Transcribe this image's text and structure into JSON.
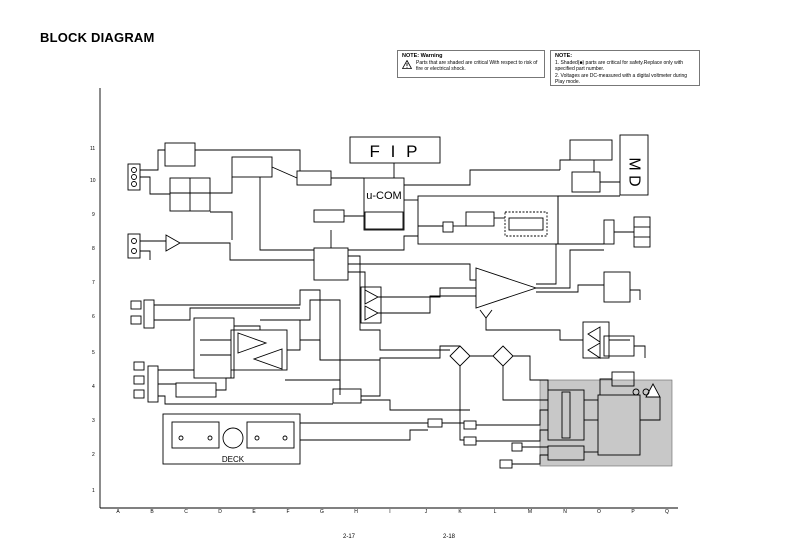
{
  "page": {
    "title": "BLOCK DIAGRAM",
    "page_left": "2-17",
    "page_right": "2-18"
  },
  "warning_note": {
    "heading": "NOTE: Warning",
    "text": "Parts that are shaded are critical With respect to risk of fire or electrical shock."
  },
  "note": {
    "heading": "NOTE:",
    "line1": "1. Shaded(■) parts are critical for safety.Replace only with specified part number.",
    "line2": "2. Voltages are DC-measured with a digital voltmeter during Play mode."
  },
  "blocks": {
    "fip": "F I P",
    "ucom": "u-COM",
    "md": "M D",
    "deck": "DECK"
  },
  "grid": {
    "columns": [
      "A",
      "B",
      "C",
      "D",
      "E",
      "F",
      "G",
      "H",
      "I",
      "J",
      "K",
      "L",
      "M",
      "N",
      "O",
      "P",
      "Q"
    ],
    "rows": [
      "11",
      "10",
      "9",
      "8",
      "7",
      "6",
      "5",
      "4",
      "3",
      "2",
      "1"
    ]
  },
  "colors": {
    "line": "#000000",
    "shaded_area": "#c8c8c8",
    "note_border": "#777777"
  }
}
